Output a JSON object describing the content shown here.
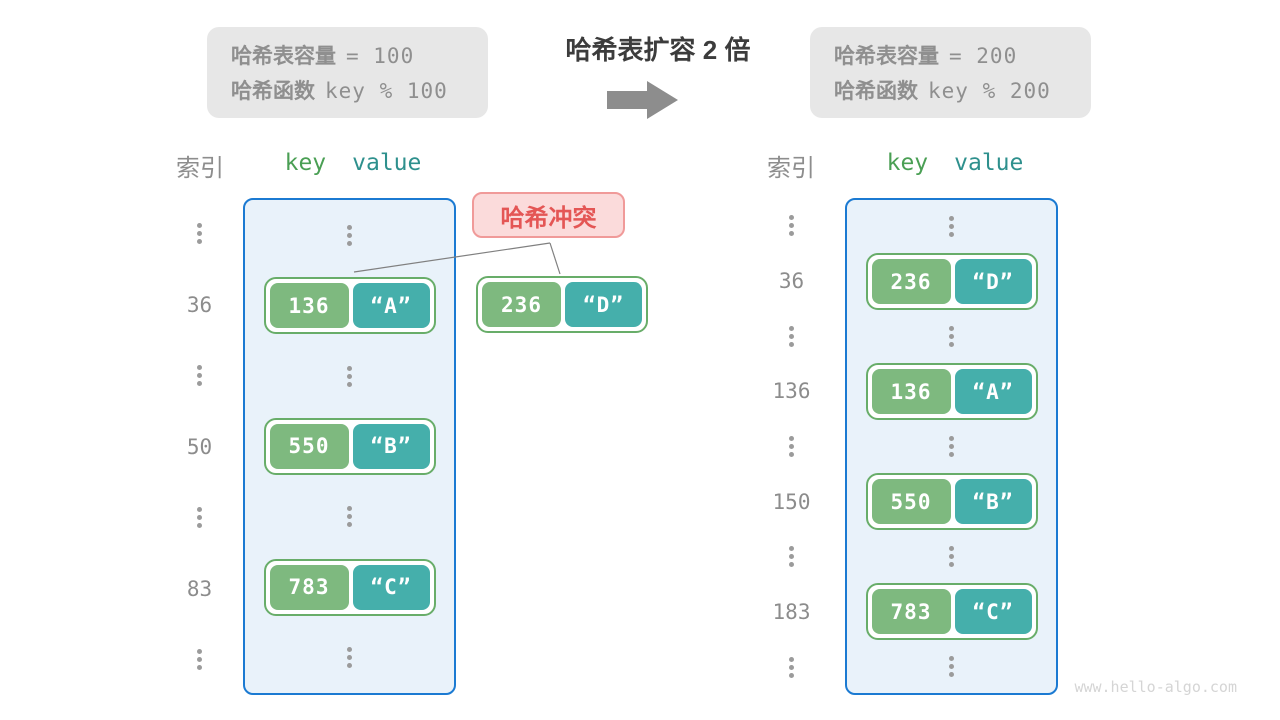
{
  "title": "哈希表扩容 2 倍",
  "watermark": "www.hello-algo.com",
  "info_boxes": {
    "old": {
      "capacity_label": "哈希表容量",
      "capacity_value": "= 100",
      "function_label": "哈希函数",
      "function_expr": "key % 100"
    },
    "new": {
      "capacity_label": "哈希表容量",
      "capacity_value": "= 200",
      "function_label": "哈希函数",
      "function_expr": "key % 200"
    }
  },
  "headers": {
    "index": "索引",
    "key": "key",
    "value": "value"
  },
  "tables": {
    "left": {
      "rows": [
        {
          "type": "dots"
        },
        {
          "type": "pair",
          "index": "36",
          "key": "136",
          "value": "“A”"
        },
        {
          "type": "dots"
        },
        {
          "type": "pair",
          "index": "50",
          "key": "550",
          "value": "“B”"
        },
        {
          "type": "dots"
        },
        {
          "type": "pair",
          "index": "83",
          "key": "783",
          "value": "“C”"
        },
        {
          "type": "dots"
        }
      ]
    },
    "right": {
      "rows": [
        {
          "type": "dots"
        },
        {
          "type": "pair",
          "index": "36",
          "key": "236",
          "value": "“D”"
        },
        {
          "type": "dots"
        },
        {
          "type": "pair",
          "index": "136",
          "key": "136",
          "value": "“A”"
        },
        {
          "type": "dots"
        },
        {
          "type": "pair",
          "index": "150",
          "key": "550",
          "value": "“B”"
        },
        {
          "type": "dots"
        },
        {
          "type": "pair",
          "index": "183",
          "key": "783",
          "value": "“C”"
        },
        {
          "type": "dots"
        }
      ]
    }
  },
  "conflict": {
    "label": "哈希冲突"
  },
  "overflow_pair": {
    "key": "236",
    "value": "“D”"
  },
  "colors": {
    "table_fill": "#e9f2fa",
    "table_border": "#1b7ad2",
    "key_fill": "#7eb97f",
    "value_fill": "#45afab",
    "pair_border": "#68ad69",
    "header_key": "#4a9f54",
    "header_value": "#2e908d",
    "info_box_bg": "#e7e7e7",
    "gray_text": "#8f8f8f",
    "conflict_bg": "#fbdbdb",
    "conflict_border": "#f09a99",
    "conflict_text": "#e45655",
    "arrow_gray": "#8d8d8d",
    "connector_line": "#808080"
  }
}
